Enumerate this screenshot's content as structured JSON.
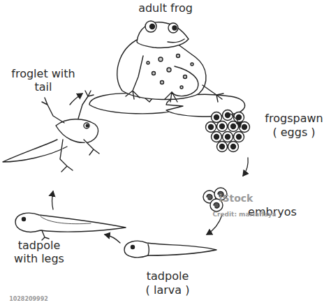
{
  "diagram": {
    "labels": [
      "adult frog",
      "frogspawn",
      "( eggs )",
      "embryos",
      "tadpole",
      "( larva )",
      "tadpole with legs",
      "froglet with tail",
      "iStock",
      "Credit: mariaflaya",
      "1028209992"
    ]
  }
}
